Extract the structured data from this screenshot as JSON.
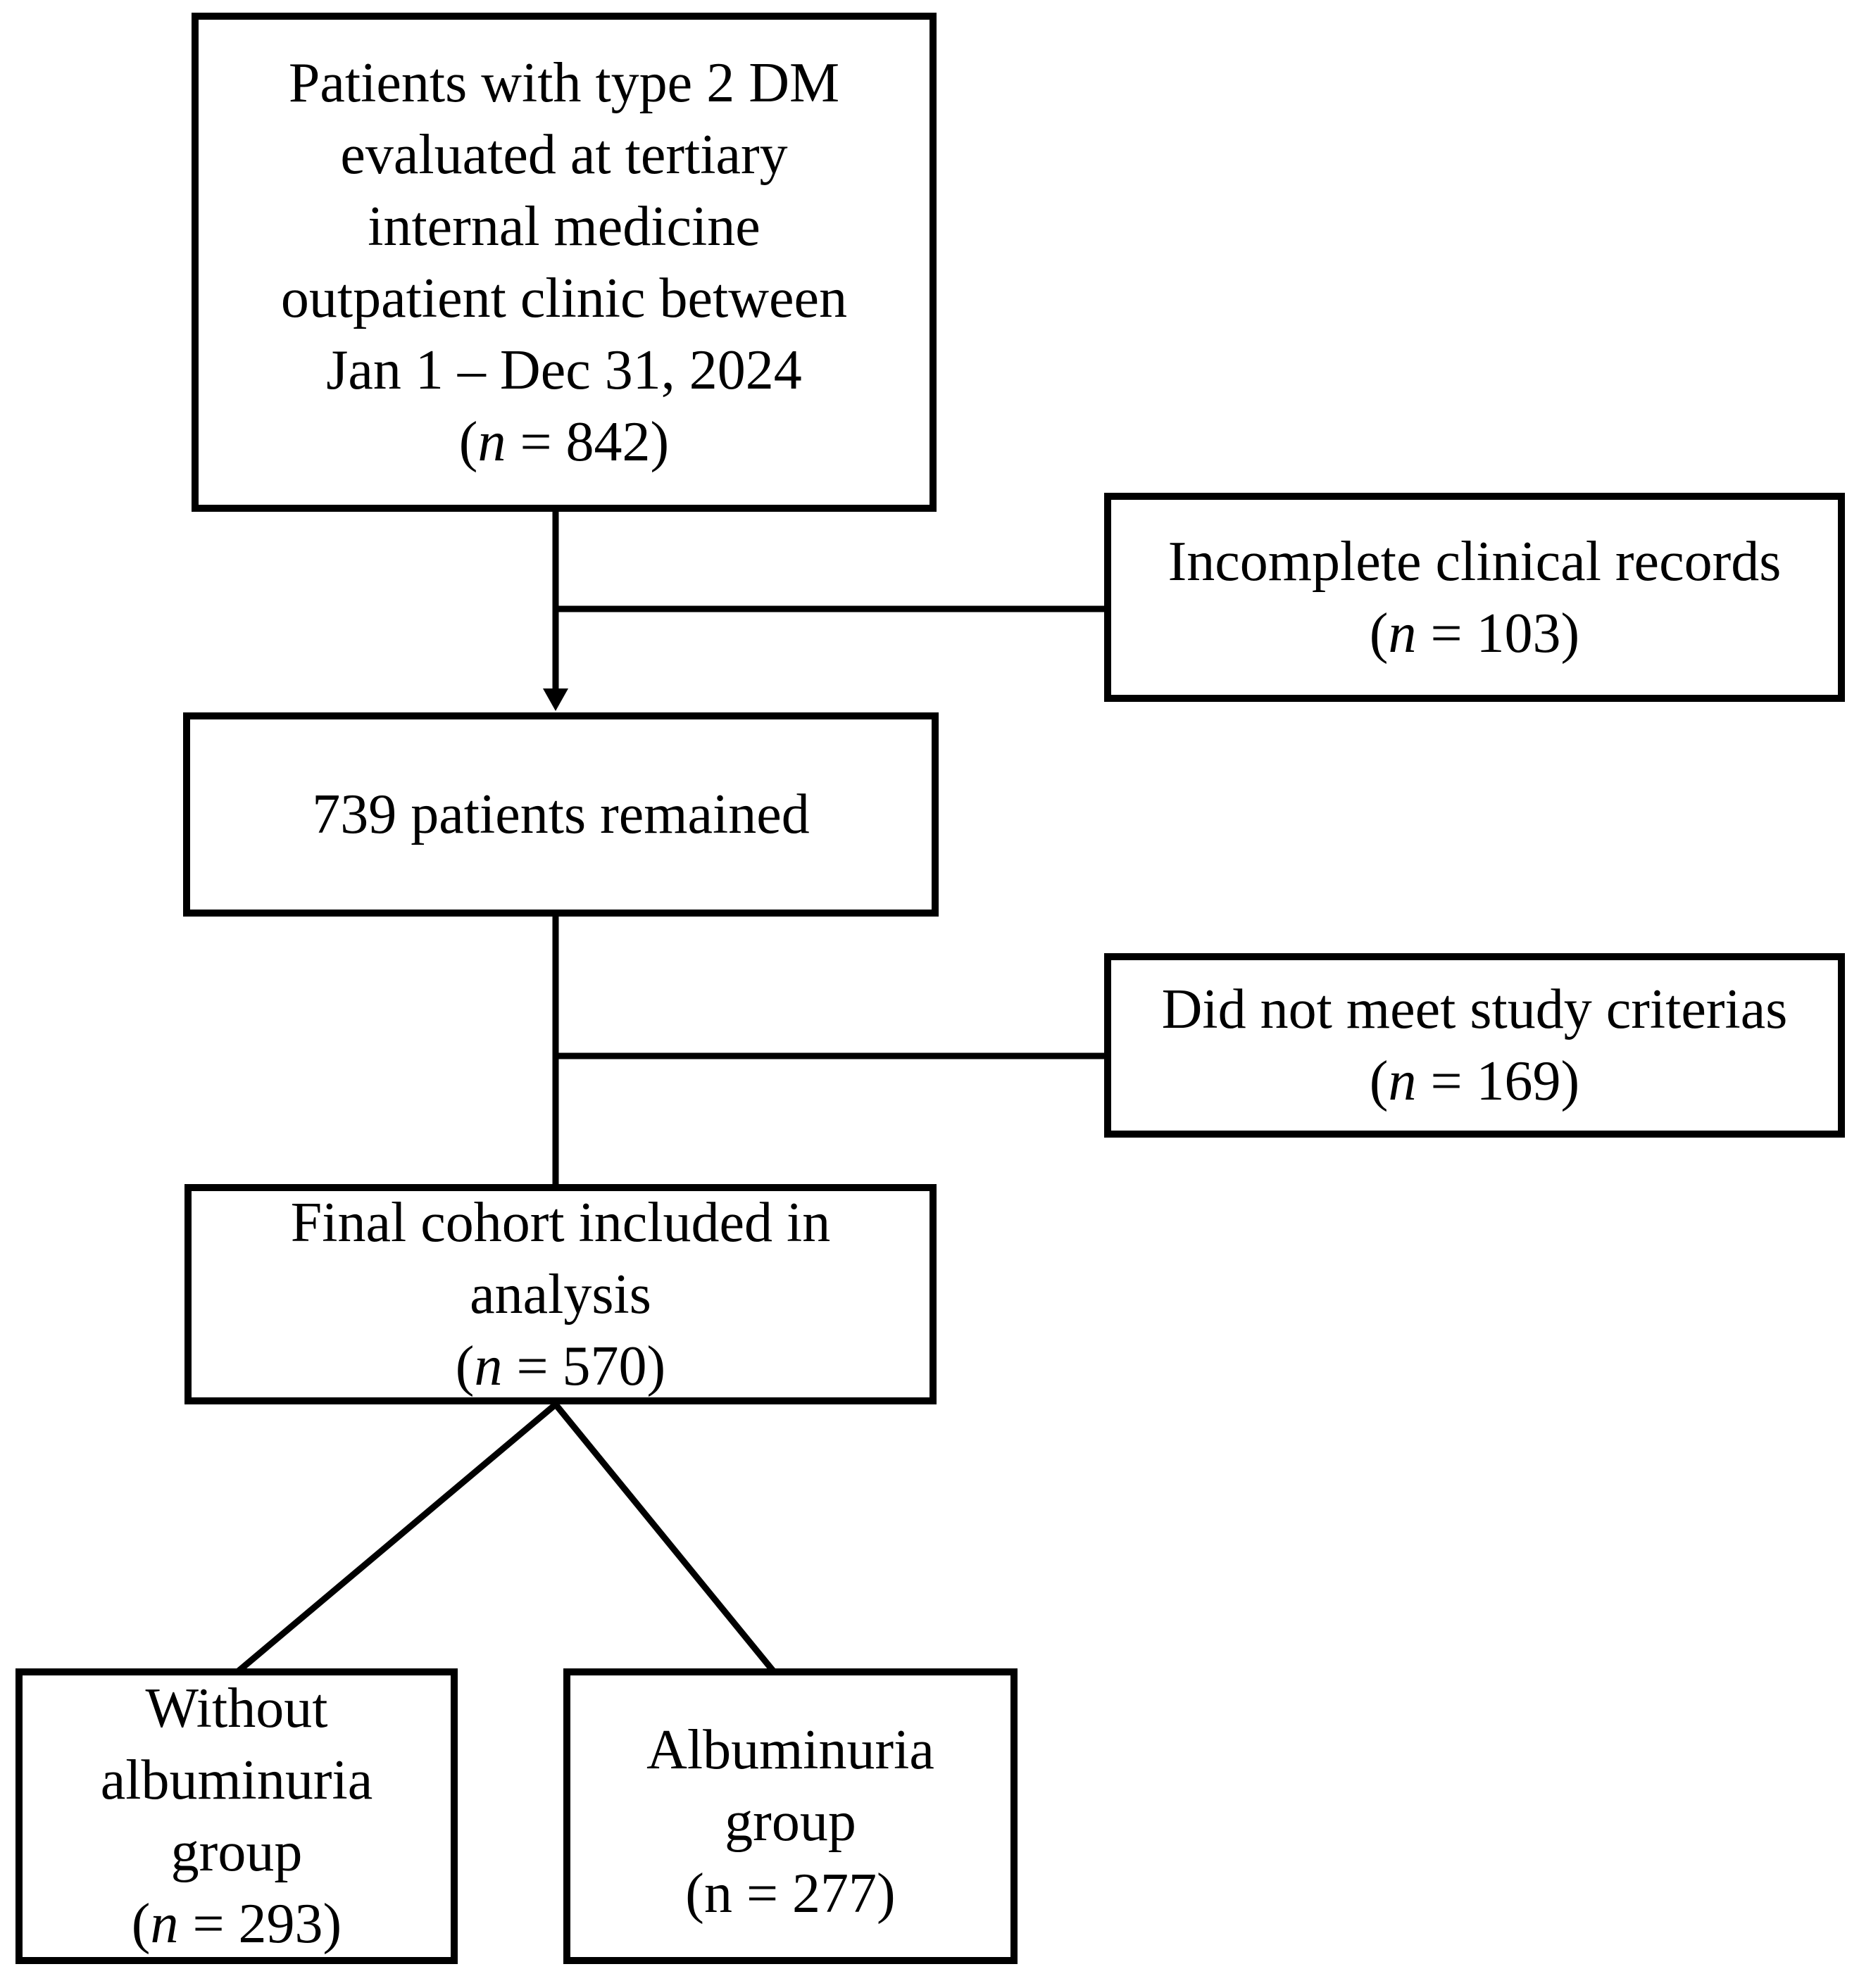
{
  "colors": {
    "line": "#000000",
    "background": "#ffffff",
    "text": "#000000"
  },
  "diagram": {
    "boxes": {
      "source": {
        "lines": [
          "Patients with type 2 DM",
          "evaluated at tertiary",
          "internal medicine",
          "outpatient clinic between",
          "Jan 1 – Dec 31, 2024"
        ],
        "count": {
          "open": "(",
          "n": "n",
          "rest": " = 842)"
        }
      },
      "excluded_records": {
        "lines": [
          "Incomplete clinical records"
        ],
        "count": {
          "open": "(",
          "n": "n",
          "rest": " = 103)"
        }
      },
      "remained": {
        "lines": [
          "739 patients remained"
        ]
      },
      "excluded_criteria": {
        "lines": [
          "Did not meet study criterias"
        ],
        "count": {
          "open": "(",
          "n": "n",
          "rest": " = 169)"
        }
      },
      "final_cohort": {
        "lines": [
          "Final cohort included in",
          "analysis"
        ],
        "count": {
          "open": "(",
          "n": "n",
          "rest": " = 570)"
        }
      },
      "without_albuminuria": {
        "lines": [
          "Without",
          "albuminuria",
          "group"
        ],
        "count": {
          "open": "(",
          "n": "n",
          "rest": " = 293)"
        }
      },
      "albuminuria": {
        "lines": [
          "Albuminuria",
          "group"
        ],
        "count": {
          "open": "(",
          "n": "n",
          "rest": " = 277)"
        }
      }
    }
  }
}
